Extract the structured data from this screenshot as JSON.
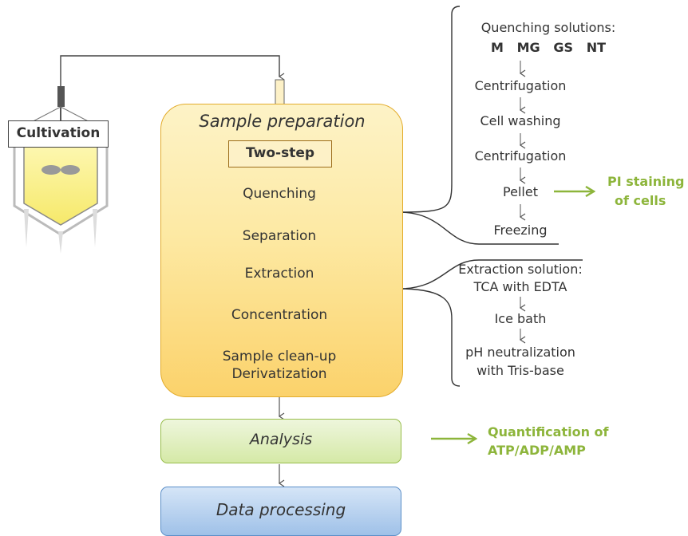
{
  "cultivation": {
    "label": "Cultivation"
  },
  "sample_prep": {
    "title": "Sample preparation",
    "method": "Two-step",
    "steps": [
      "Quenching",
      "Separation",
      "Extraction",
      "Concentration"
    ],
    "final_step_line1": "Sample clean-up",
    "final_step_line2": "Derivatization"
  },
  "analysis": {
    "title": "Analysis"
  },
  "data_processing": {
    "title": "Data processing"
  },
  "quenching_branch": {
    "header": "Quenching solutions:",
    "solutions": "M   MG   GS   NT",
    "steps": [
      "Centrifugation",
      "Cell washing",
      "Centrifugation",
      "Pellet",
      "Freezing"
    ],
    "pi_line1": "PI staining",
    "pi_line2": "of cells"
  },
  "extraction_branch": {
    "header": "Extraction solution:",
    "solution": "TCA with EDTA",
    "step1": "Ice bath",
    "step2_line1": "pH neutralization",
    "step2_line2": "with Tris-base"
  },
  "quantification": {
    "line1": "Quantification of",
    "line2": "ATP/ADP/AMP"
  },
  "colors": {
    "green": "#8db53b",
    "yellow": "#fbd26b",
    "blue": "#9fc1e8"
  }
}
